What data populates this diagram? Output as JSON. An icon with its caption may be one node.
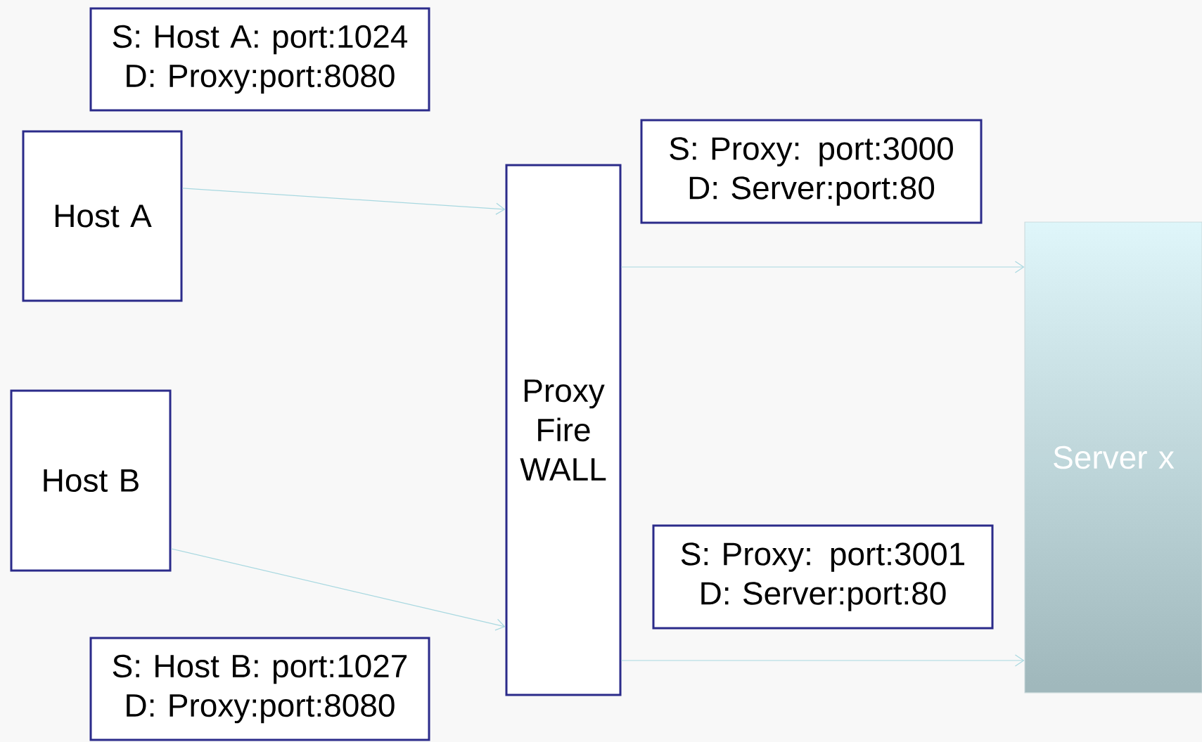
{
  "diagram": {
    "nodes": [
      {
        "text": [
          "S: Host A: port:1024",
          "D: Proxy:port:8080"
        ]
      },
      {
        "text": [
          "Host A"
        ]
      },
      {
        "text": [
          "S: Proxy: port:3000",
          "D: Server:port:80"
        ]
      },
      {
        "text": [
          "Proxy Fire WALL"
        ]
      },
      {
        "text": [
          "Server x"
        ]
      },
      {
        "text": [
          "Host B"
        ]
      },
      {
        "text": [
          "S: Proxy: port:3001",
          "D: Server:port:80"
        ]
      },
      {
        "text": [
          "S: Host B: port:1027",
          "D: Proxy:port:8080"
        ]
      }
    ],
    "edges": [
      {
        "from": 1,
        "to": 3,
        "arrow": "to"
      },
      {
        "from": 5,
        "to": 3,
        "arrow": "to"
      },
      {
        "from": 3,
        "to": 4,
        "arrow": "to"
      },
      {
        "from": 3,
        "to": 4,
        "arrow": "to"
      }
    ]
  }
}
